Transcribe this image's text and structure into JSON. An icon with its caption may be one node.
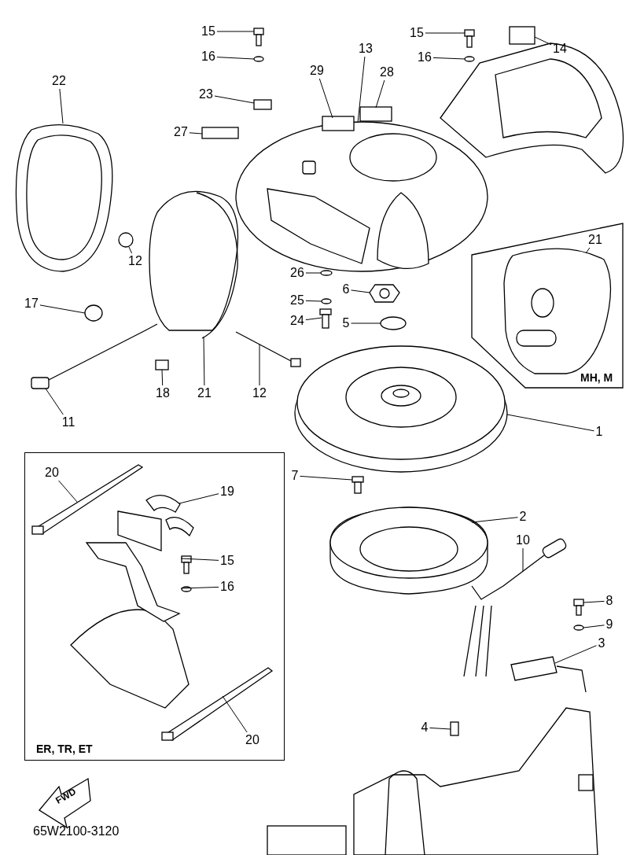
{
  "diagram": {
    "nodes": [
      {
        "text": [
          "15"
        ]
      },
      {
        "text": [
          "15"
        ]
      },
      {
        "text": [
          "14"
        ]
      },
      {
        "text": [
          "16"
        ]
      },
      {
        "text": [
          "16"
        ]
      },
      {
        "text": [
          "22"
        ]
      },
      {
        "text": [
          "13"
        ]
      },
      {
        "text": [
          "29"
        ]
      },
      {
        "text": [
          "28"
        ]
      },
      {
        "text": [
          "23"
        ]
      },
      {
        "text": [
          "27"
        ]
      },
      {
        "text": [
          "MH, M"
        ]
      },
      {
        "text": [
          "21"
        ],
        "in": 11
      },
      {
        "text": [
          "12"
        ]
      },
      {
        "text": [
          "26"
        ]
      },
      {
        "text": [
          "6"
        ]
      },
      {
        "text": [
          "25"
        ]
      },
      {
        "text": [
          "17"
        ]
      },
      {
        "text": [
          "24"
        ]
      },
      {
        "text": [
          "5"
        ]
      },
      {
        "text": [
          "18"
        ]
      },
      {
        "text": [
          "21"
        ]
      },
      {
        "text": [
          "12"
        ]
      },
      {
        "text": [
          "11"
        ]
      },
      {
        "text": [
          "1"
        ]
      },
      {
        "text": [
          "ER, TR, ET"
        ]
      },
      {
        "text": [
          "20"
        ],
        "in": 25
      },
      {
        "text": [
          "19"
        ],
        "in": 25
      },
      {
        "text": [
          "15"
        ],
        "in": 25
      },
      {
        "text": [
          "16"
        ],
        "in": 25
      },
      {
        "text": [
          "20"
        ],
        "in": 25
      },
      {
        "text": [
          "7"
        ]
      },
      {
        "text": [
          "2"
        ]
      },
      {
        "text": [
          "10"
        ]
      },
      {
        "text": [
          "8"
        ]
      },
      {
        "text": [
          "9"
        ]
      },
      {
        "text": [
          "3"
        ]
      },
      {
        "text": [
          "4"
        ]
      },
      {
        "text": [],
        "shape": "picture"
      },
      {
        "text": [],
        "shape": "circle"
      },
      {
        "text": [],
        "shape": "picture"
      },
      {
        "text": [],
        "shape": "circle"
      },
      {
        "text": [],
        "shape": "box"
      },
      {
        "text": [],
        "shape": "picture"
      },
      {
        "text": [],
        "shape": "picture"
      },
      {
        "text": [],
        "shape": "box"
      },
      {
        "text": [],
        "shape": "box"
      },
      {
        "text": [],
        "shape": "box"
      },
      {
        "text": [],
        "shape": "box"
      },
      {
        "text": [],
        "shape": "picture",
        "in": 11
      },
      {
        "text": [],
        "shape": "circle"
      },
      {
        "text": [],
        "shape": "circle"
      },
      {
        "text": [],
        "shape": "picture"
      },
      {
        "text": [],
        "shape": "circle"
      },
      {
        "text": [],
        "shape": "circle"
      },
      {
        "text": [],
        "shape": "picture"
      },
      {
        "text": [],
        "shape": "circle"
      },
      {
        "text": [],
        "shape": "box"
      },
      {
        "text": [],
        "shape": "picture"
      },
      {
        "text": [],
        "shape": "picture"
      },
      {
        "text": [],
        "shape": "picture"
      },
      {
        "text": [],
        "shape": "picture"
      },
      {
        "text": [],
        "shape": "picture",
        "in": 25
      },
      {
        "text": [],
        "shape": "picture",
        "in": 25
      },
      {
        "text": [],
        "shape": "picture",
        "in": 25
      },
      {
        "text": [],
        "shape": "circle",
        "in": 25
      },
      {
        "text": [],
        "shape": "picture",
        "in": 25
      },
      {
        "text": [],
        "shape": "picture"
      },
      {
        "text": [],
        "shape": "picture"
      },
      {
        "text": [],
        "shape": "picture"
      },
      {
        "text": [],
        "shape": "picture"
      },
      {
        "text": [],
        "shape": "circle"
      },
      {
        "text": [],
        "shape": "picture"
      },
      {
        "text": [],
        "shape": "box"
      }
    ],
    "edges": [
      {
        "from": 0,
        "to": 38,
        "arrow": "none"
      },
      {
        "from": 1,
        "to": 40,
        "arrow": "none"
      },
      {
        "from": 2,
        "to": 42,
        "arrow": "none"
      },
      {
        "from": 3,
        "to": 39,
        "arrow": "none"
      },
      {
        "from": 4,
        "to": 41,
        "arrow": "none"
      },
      {
        "from": 5,
        "to": 43,
        "arrow": "none"
      },
      {
        "from": 6,
        "to": 44,
        "arrow": "none"
      },
      {
        "from": 7,
        "to": 45,
        "arrow": "none"
      },
      {
        "from": 8,
        "to": 46,
        "arrow": "none"
      },
      {
        "from": 9,
        "to": 47,
        "arrow": "none"
      },
      {
        "from": 10,
        "to": 48,
        "arrow": "none"
      },
      {
        "from": 12,
        "to": 49,
        "arrow": "none"
      },
      {
        "from": 13,
        "to": 50,
        "arrow": "none"
      },
      {
        "from": 14,
        "to": 51,
        "arrow": "none"
      },
      {
        "from": 15,
        "to": 52,
        "arrow": "none"
      },
      {
        "from": 16,
        "to": 53,
        "arrow": "none"
      },
      {
        "from": 17,
        "to": 54,
        "arrow": "none"
      },
      {
        "from": 18,
        "to": 55,
        "arrow": "none"
      },
      {
        "from": 19,
        "to": 56,
        "arrow": "none"
      },
      {
        "from": 20,
        "to": 57,
        "arrow": "none"
      },
      {
        "from": 21,
        "to": 58,
        "arrow": "none"
      },
      {
        "from": 22,
        "to": 59,
        "arrow": "none"
      },
      {
        "from": 23,
        "to": 60,
        "arrow": "none"
      },
      {
        "from": 24,
        "to": 61,
        "arrow": "none"
      },
      {
        "from": 26,
        "to": 62,
        "arrow": "none"
      },
      {
        "from": 27,
        "to": 63,
        "arrow": "none"
      },
      {
        "from": 28,
        "to": 64,
        "arrow": "none"
      },
      {
        "from": 29,
        "to": 65,
        "arrow": "none"
      },
      {
        "from": 30,
        "to": 66,
        "arrow": "none"
      },
      {
        "from": 31,
        "to": 67,
        "arrow": "none"
      },
      {
        "from": 32,
        "to": 68,
        "arrow": "none"
      },
      {
        "from": 33,
        "to": 69,
        "arrow": "none"
      },
      {
        "from": 34,
        "to": 70,
        "arrow": "none"
      },
      {
        "from": 35,
        "to": 71,
        "arrow": "none"
      },
      {
        "from": 36,
        "to": 72,
        "arrow": "none"
      },
      {
        "from": 37,
        "to": 73,
        "arrow": "none"
      }
    ],
    "labels": [
      "FWD",
      "65W2100-3120"
    ]
  }
}
